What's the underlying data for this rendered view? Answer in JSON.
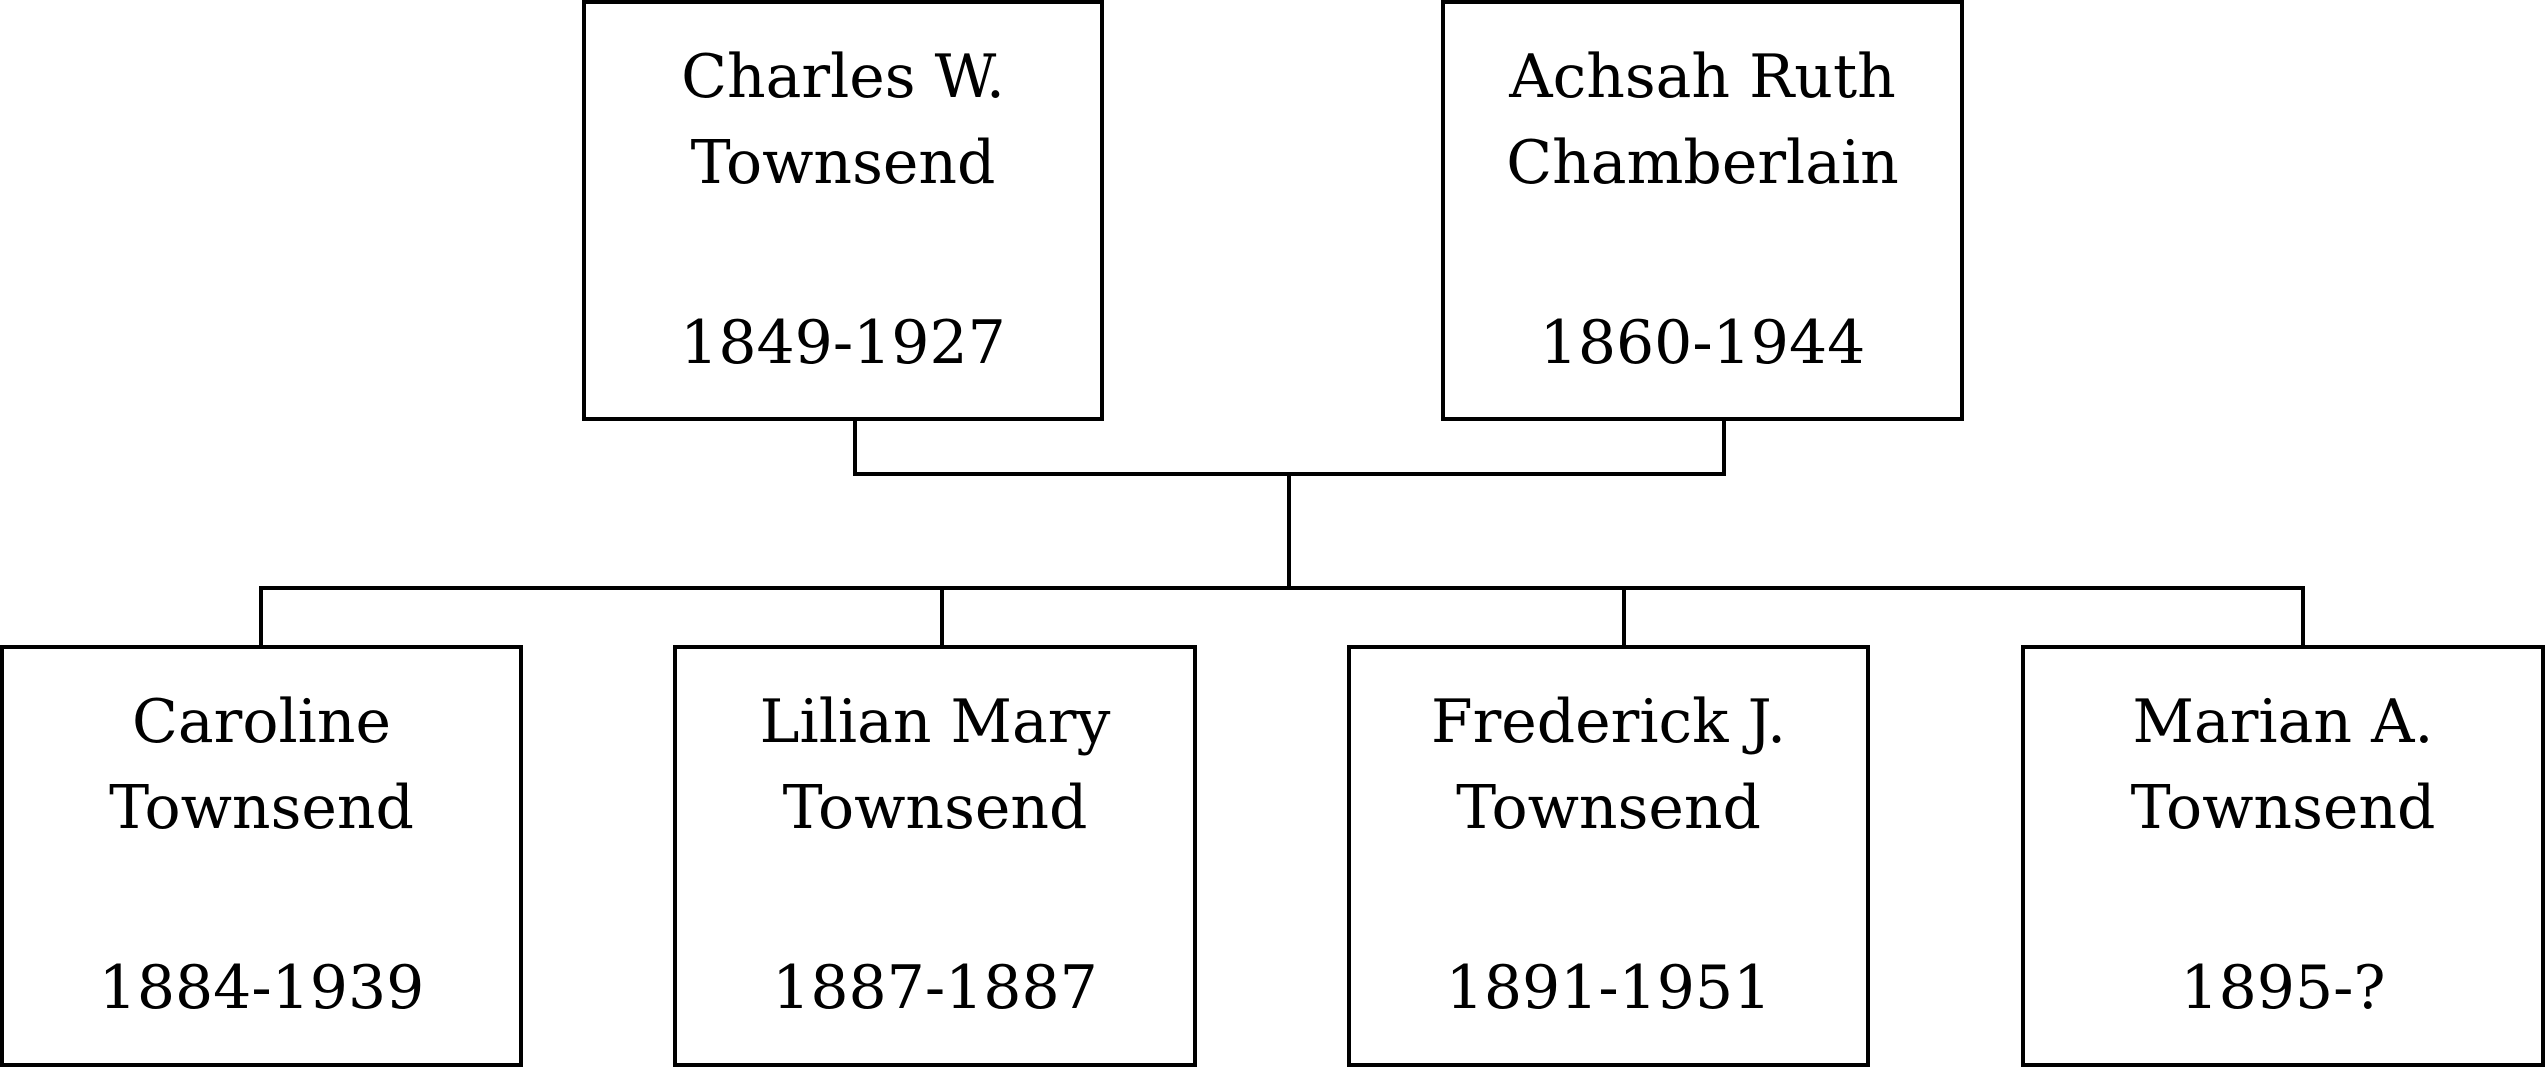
{
  "parents": [
    {
      "name_line1": "Charles W.",
      "name_line2": "Townsend",
      "years": "1849-1927"
    },
    {
      "name_line1": "Achsah Ruth",
      "name_line2": "Chamberlain",
      "years": "1860-1944"
    }
  ],
  "children": [
    {
      "name_line1": "Caroline",
      "name_line2": "Townsend",
      "years": "1884-1939"
    },
    {
      "name_line1": "Lilian Mary",
      "name_line2": "Townsend",
      "years": "1887-1887"
    },
    {
      "name_line1": "Frederick J.",
      "name_line2": "Townsend",
      "years": "1891-1951"
    },
    {
      "name_line1": "Marian A.",
      "name_line2": "Townsend",
      "years": "1895-?"
    }
  ]
}
